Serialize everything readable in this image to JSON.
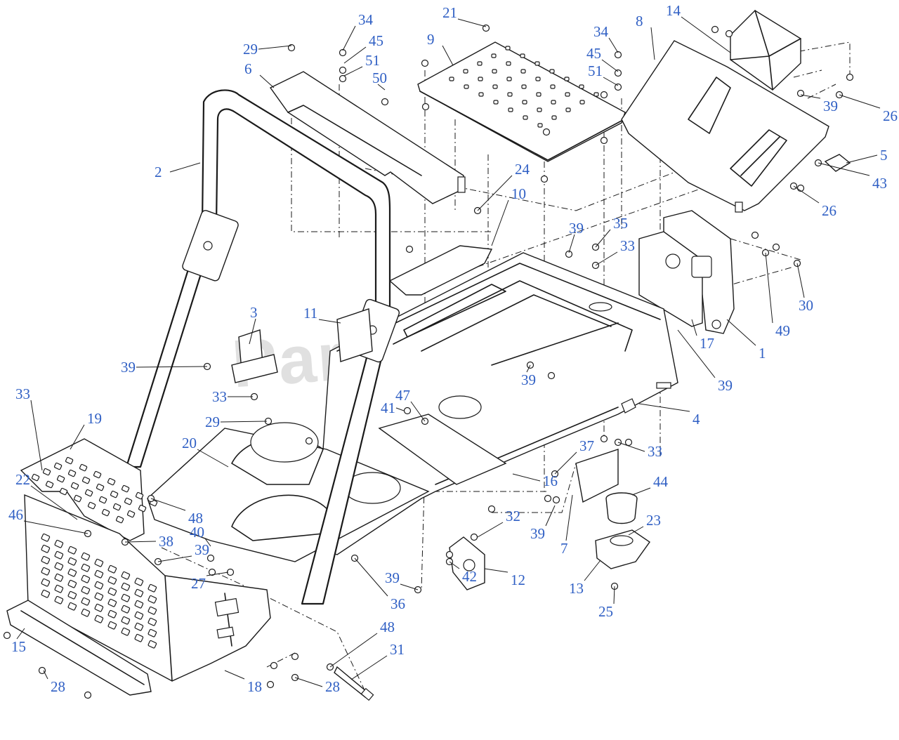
{
  "watermark": "PartsTree",
  "callouts": [
    {
      "id": "c34a",
      "label": "34"
    },
    {
      "id": "c45a",
      "label": "45"
    },
    {
      "id": "c51a",
      "label": "51"
    },
    {
      "id": "c29a",
      "label": "29"
    },
    {
      "id": "c6",
      "label": "6"
    },
    {
      "id": "c50",
      "label": "50"
    },
    {
      "id": "c21",
      "label": "21"
    },
    {
      "id": "c9",
      "label": "9"
    },
    {
      "id": "c34b",
      "label": "34"
    },
    {
      "id": "c45b",
      "label": "45"
    },
    {
      "id": "c51b",
      "label": "51"
    },
    {
      "id": "c8",
      "label": "8"
    },
    {
      "id": "c14",
      "label": "14"
    },
    {
      "id": "c39a",
      "label": "39"
    },
    {
      "id": "c26a",
      "label": "26"
    },
    {
      "id": "c5",
      "label": "5"
    },
    {
      "id": "c43",
      "label": "43"
    },
    {
      "id": "c26b",
      "label": "26"
    },
    {
      "id": "c2",
      "label": "2"
    },
    {
      "id": "c24",
      "label": "24"
    },
    {
      "id": "c10",
      "label": "10"
    },
    {
      "id": "c39b",
      "label": "39"
    },
    {
      "id": "c35",
      "label": "35"
    },
    {
      "id": "c33a",
      "label": "33"
    },
    {
      "id": "c30",
      "label": "30"
    },
    {
      "id": "c49",
      "label": "49"
    },
    {
      "id": "c17",
      "label": "17"
    },
    {
      "id": "c1",
      "label": "1"
    },
    {
      "id": "c11",
      "label": "11"
    },
    {
      "id": "c3",
      "label": "3"
    },
    {
      "id": "c39c",
      "label": "39"
    },
    {
      "id": "c39d",
      "label": "39"
    },
    {
      "id": "c39e",
      "label": "39"
    },
    {
      "id": "c33b",
      "label": "33"
    },
    {
      "id": "c33c",
      "label": "33"
    },
    {
      "id": "c19",
      "label": "19"
    },
    {
      "id": "c29b",
      "label": "29"
    },
    {
      "id": "c47",
      "label": "47"
    },
    {
      "id": "c41",
      "label": "41"
    },
    {
      "id": "c4",
      "label": "4"
    },
    {
      "id": "c20",
      "label": "20"
    },
    {
      "id": "c37",
      "label": "37"
    },
    {
      "id": "c33d",
      "label": "33"
    },
    {
      "id": "c16",
      "label": "16"
    },
    {
      "id": "c44",
      "label": "44"
    },
    {
      "id": "c22",
      "label": "22"
    },
    {
      "id": "c46",
      "label": "46"
    },
    {
      "id": "c48a",
      "label": "48"
    },
    {
      "id": "c40",
      "label": "40"
    },
    {
      "id": "c38",
      "label": "38"
    },
    {
      "id": "c39f",
      "label": "39"
    },
    {
      "id": "c32",
      "label": "32"
    },
    {
      "id": "c23",
      "label": "23"
    },
    {
      "id": "c39g",
      "label": "39"
    },
    {
      "id": "c7",
      "label": "7"
    },
    {
      "id": "c27",
      "label": "27"
    },
    {
      "id": "c42",
      "label": "42"
    },
    {
      "id": "c12",
      "label": "12"
    },
    {
      "id": "c13",
      "label": "13"
    },
    {
      "id": "c39h",
      "label": "39"
    },
    {
      "id": "c36",
      "label": "36"
    },
    {
      "id": "c25",
      "label": "25"
    },
    {
      "id": "c15",
      "label": "15"
    },
    {
      "id": "c48b",
      "label": "48"
    },
    {
      "id": "c31",
      "label": "31"
    },
    {
      "id": "c28a",
      "label": "28"
    },
    {
      "id": "c18",
      "label": "18"
    },
    {
      "id": "c28b",
      "label": "28"
    }
  ]
}
